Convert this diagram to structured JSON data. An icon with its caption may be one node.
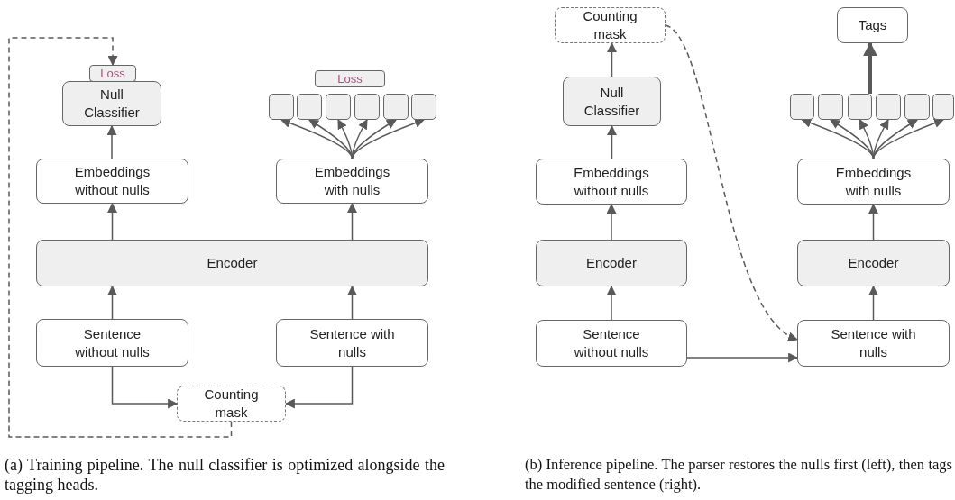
{
  "diagram": {
    "nodes": [
      {
        "text": [
          "Loss"
        ]
      },
      {
        "text": [
          "Null Classifier"
        ]
      },
      {
        "text": [
          "Loss"
        ]
      },
      {
        "text": [],
        "shape": "box"
      },
      {
        "text": [],
        "shape": "box"
      },
      {
        "text": [],
        "shape": "box"
      },
      {
        "text": [],
        "shape": "box"
      },
      {
        "text": [],
        "shape": "box"
      },
      {
        "text": [],
        "shape": "box"
      },
      {
        "text": [
          "Embeddings without nulls"
        ]
      },
      {
        "text": [
          "Embeddings with nulls"
        ]
      },
      {
        "text": [
          "Encoder"
        ]
      },
      {
        "text": [
          "Sentence without nulls"
        ]
      },
      {
        "text": [
          "Sentence with nulls"
        ]
      },
      {
        "text": [
          "Counting mask"
        ]
      },
      {
        "text": [
          "Counting mask"
        ]
      },
      {
        "text": [
          "Tags"
        ]
      },
      {
        "text": [
          "Null Classifier"
        ]
      },
      {
        "text": [],
        "shape": "box"
      },
      {
        "text": [],
        "shape": "box"
      },
      {
        "text": [],
        "shape": "box"
      },
      {
        "text": [],
        "shape": "box"
      },
      {
        "text": [],
        "shape": "box"
      },
      {
        "text": [],
        "shape": "box"
      },
      {
        "text": [
          "Embeddings without nulls"
        ]
      },
      {
        "text": [
          "Embeddings with nulls"
        ]
      },
      {
        "text": [
          "Encoder"
        ]
      },
      {
        "text": [
          "Encoder"
        ]
      },
      {
        "text": [
          "Sentence without nulls"
        ]
      },
      {
        "text": [
          "Sentence with nulls"
        ]
      }
    ],
    "edges": [
      {
        "from": 9,
        "to": 1,
        "arrow": "to"
      },
      {
        "from": 10,
        "to": 3,
        "arrow": "to"
      },
      {
        "from": 10,
        "to": 4,
        "arrow": "to"
      },
      {
        "from": 10,
        "to": 5,
        "arrow": "to"
      },
      {
        "from": 10,
        "to": 6,
        "arrow": "to"
      },
      {
        "from": 10,
        "to": 7,
        "arrow": "to"
      },
      {
        "from": 10,
        "to": 8,
        "arrow": "to"
      },
      {
        "from": 11,
        "to": 9,
        "arrow": "to"
      },
      {
        "from": 11,
        "to": 10,
        "arrow": "to"
      },
      {
        "from": 12,
        "to": 11,
        "arrow": "to"
      },
      {
        "from": 13,
        "to": 11,
        "arrow": "to"
      },
      {
        "from": 12,
        "to": 14,
        "arrow": "to"
      },
      {
        "from": 13,
        "to": 14,
        "arrow": "to"
      },
      {
        "from": 14,
        "to": 0,
        "arrow": "to",
        "style": "dashed"
      },
      {
        "from": 24,
        "to": 17,
        "arrow": "to"
      },
      {
        "from": 17,
        "to": 15,
        "arrow": "to"
      },
      {
        "from": 26,
        "to": 24,
        "arrow": "to"
      },
      {
        "from": 28,
        "to": 26,
        "arrow": "to"
      },
      {
        "from": 28,
        "to": 29,
        "arrow": "to"
      },
      {
        "from": 15,
        "to": 29,
        "arrow": "to",
        "style": "dashed"
      },
      {
        "from": 29,
        "to": 27,
        "arrow": "to"
      },
      {
        "from": 27,
        "to": 25,
        "arrow": "to"
      },
      {
        "from": 25,
        "to": 18,
        "arrow": "to"
      },
      {
        "from": 25,
        "to": 19,
        "arrow": "to"
      },
      {
        "from": 25,
        "to": 20,
        "arrow": "to"
      },
      {
        "from": 25,
        "to": 21,
        "arrow": "to"
      },
      {
        "from": 25,
        "to": 22,
        "arrow": "to"
      },
      {
        "from": 25,
        "to": 23,
        "arrow": "to"
      },
      {
        "from": 20,
        "to": 16,
        "arrow": "to",
        "style": "thick"
      }
    ],
    "labels": [
      "(a) Training pipeline. The null classifier is optimized alongside the tagging heads.",
      "(b) Inference pipeline. The parser restores the nulls first (left), then tags the modified sentence (right)."
    ]
  }
}
